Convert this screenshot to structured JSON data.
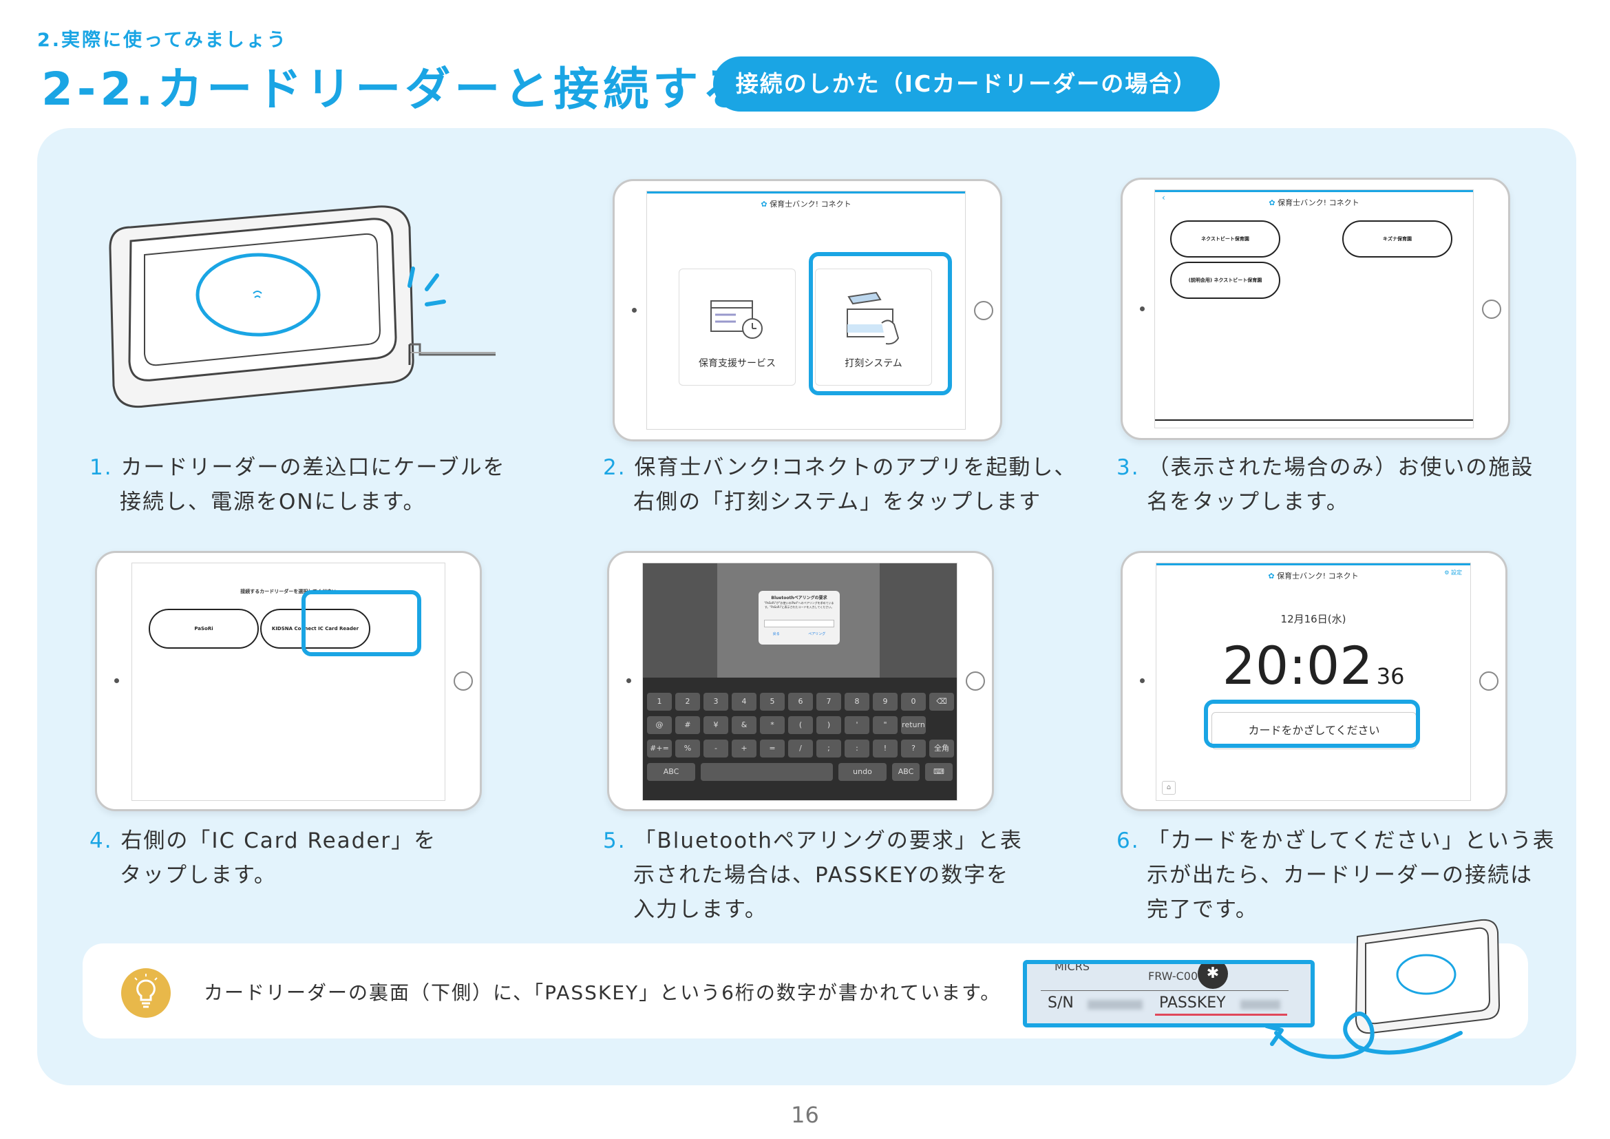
{
  "header": {
    "sub_heading": "2.実際に使ってみましょう",
    "title": "2-2.カードリーダーと接続する",
    "pill": "接続のしかた（ICカードリーダーの場合）"
  },
  "steps": [
    {
      "num": "1.",
      "line1": "カードリーダーの差込口にケーブルを",
      "line2": "接続し、電源をONにします。",
      "line3": ""
    },
    {
      "num": "2.",
      "line1": "保育士バンク!コネクトのアプリを起動し、",
      "line2": "右側の「打刻システム」をタップします",
      "line3": ""
    },
    {
      "num": "3.",
      "line1": "（表示された場合のみ）お使いの施設",
      "line2": "名をタップします。",
      "line3": ""
    },
    {
      "num": "4.",
      "line1": "右側の「IC Card Reader」を",
      "line2": "タップします。",
      "line3": ""
    },
    {
      "num": "5.",
      "line1": "「Bluetoothペアリングの要求」と表",
      "line2": "示された場合は、PASSKEYの数字を",
      "line3": "入力します。"
    },
    {
      "num": "6.",
      "line1": "「カードをかざしてください」という表",
      "line2": "示が出たら、カードリーダーの接続は",
      "line3": "完了です。"
    }
  ],
  "screens": {
    "app_name": "保育士バンク! コネクト",
    "tile_left": "保育支援サービス",
    "tile_right": "打刻システム",
    "facility_1": "ネクストビート保育園",
    "facility_2": "キズナ保育園",
    "facility_3": "(説明会用) ネクストビート保育園",
    "reader_prompt": "接続するカードリーダーを選択してください",
    "reader_1": "PaSoRi",
    "reader_2": "KIDSNA Connect IC Card Reader",
    "bt_title": "Bluetoothペアリングの要求",
    "bt_message": "\"PaSoRi\"が\"お使いのiPad\"へのペアリングを求めています。\"PaSoRi\"に表示されたコードを入力してください。",
    "bt_cancel": "戻る",
    "bt_pair": "ペアリング",
    "kb_row1": [
      "1",
      "2",
      "3",
      "4",
      "5",
      "6",
      "7",
      "8",
      "9",
      "0",
      "⌫"
    ],
    "kb_row2": [
      "@",
      "#",
      "¥",
      "&",
      "*",
      "(",
      ")",
      "'",
      "\"",
      "return"
    ],
    "kb_row3": [
      "#+=",
      "%",
      "-",
      "+",
      "=",
      "/",
      ";",
      ":",
      "!",
      "?",
      "全角"
    ],
    "kb_abc": "ABC",
    "kb_undo": "undo",
    "settings_label": "設定",
    "date": "12月16日(水)",
    "time": "20:02",
    "seconds": "36",
    "card_prompt": "カードをかざしてください"
  },
  "tip": {
    "text": "カードリーダーの裏面（下側）に、「PASSKEY」という6桁の数字が書かれています。",
    "label_model": "MICRS",
    "label_code": "FRW-C0003",
    "label_sn": "S/N",
    "label_passkey": "PASSKEY"
  },
  "page_number": "16",
  "colors": {
    "accent": "#1aa5e4",
    "panel": "#e3f3fc",
    "tip_icon": "#e8b84a",
    "underline": "#e0485a"
  }
}
